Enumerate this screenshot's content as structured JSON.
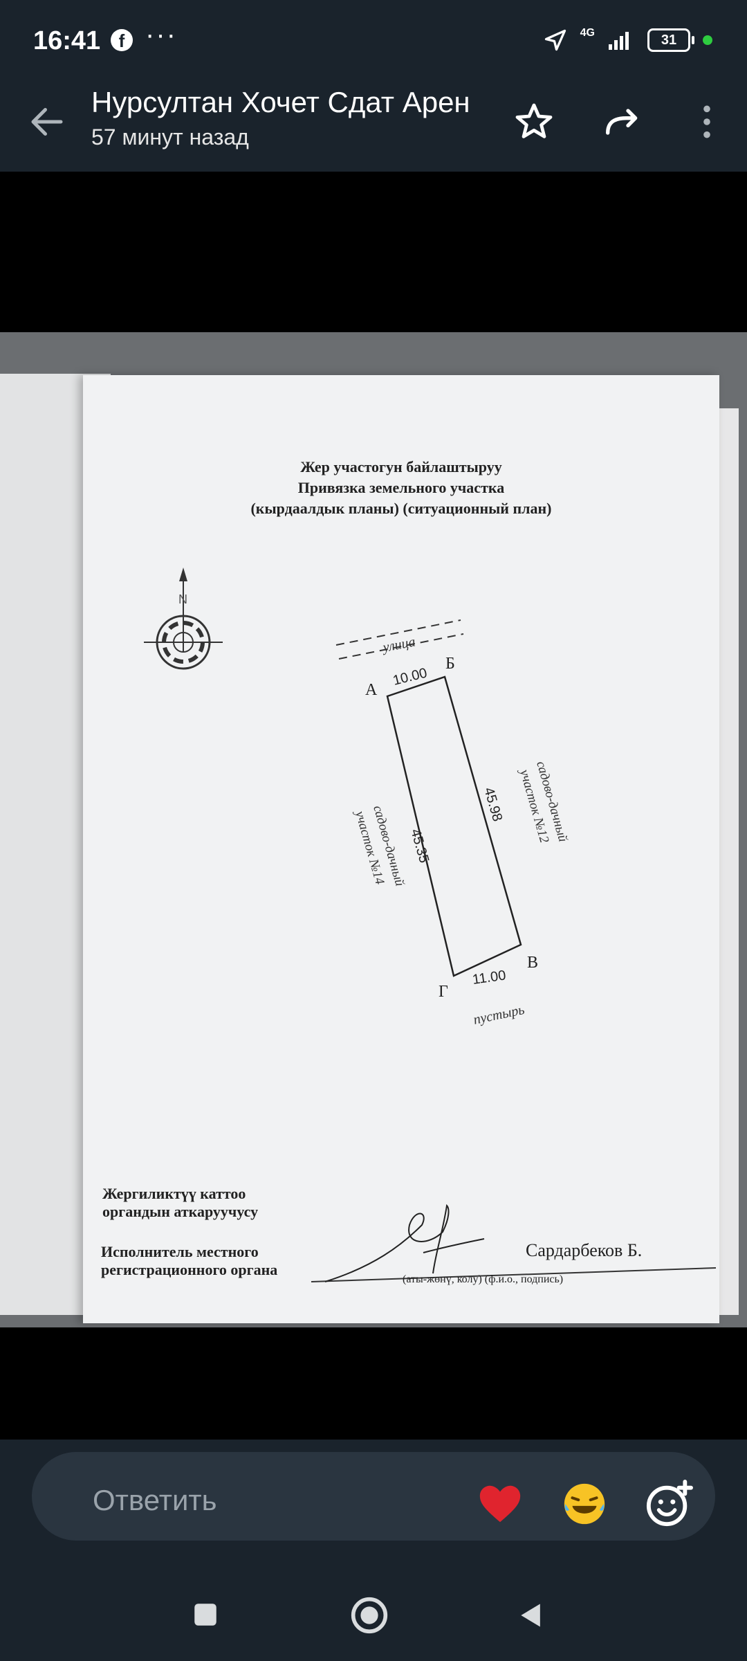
{
  "status_bar": {
    "time": "16:41",
    "network": "4G",
    "battery": "31",
    "icons": [
      "facebook-icon",
      "more-dots-icon",
      "location-arrow-icon",
      "signal-icon",
      "battery-icon"
    ]
  },
  "header": {
    "title": "Нурсултан Хочет Сдат Арен",
    "subtitle": "57 минут назад",
    "actions": [
      "star-icon",
      "forward-icon",
      "more-vert-icon"
    ]
  },
  "document": {
    "heading_line1": "Жер участогун байлаштыруу",
    "heading_line2": "Привязка земельного участка",
    "heading_line3": "(кырдаалдык планы) (ситуационный план)",
    "compass_label": "N",
    "street_label": "улица",
    "corner_a": "А",
    "corner_b": "Б",
    "corner_v": "В",
    "corner_g": "Г",
    "side_top": "10.00",
    "side_right": "45.98",
    "side_left": "45.35",
    "side_bottom": "11.00",
    "right_neighbor_line1": "садово-дачный",
    "right_neighbor_line2": "участок №12",
    "left_neighbor_line1": "садово-дачный",
    "left_neighbor_line2": "участок №14",
    "bottom_label": "пустырь",
    "footer_ky_line1": "Жергиликтүү каттоо",
    "footer_ky_line2": "органдын аткаруучусу",
    "footer_ru_line1": "Исполнитель местного",
    "footer_ru_line2": "регистрационного органа",
    "signer_name": "Сардарбеков Б.",
    "signature_caption": "(аты-жөнү, колу)  (ф.и.о., подпись)"
  },
  "composer": {
    "placeholder": "Ответить",
    "reactions": [
      "heart-emoji",
      "laughing-emoji",
      "add-emoji-icon"
    ]
  },
  "navigation": {
    "buttons": [
      "recents-button",
      "home-button",
      "back-button"
    ]
  }
}
